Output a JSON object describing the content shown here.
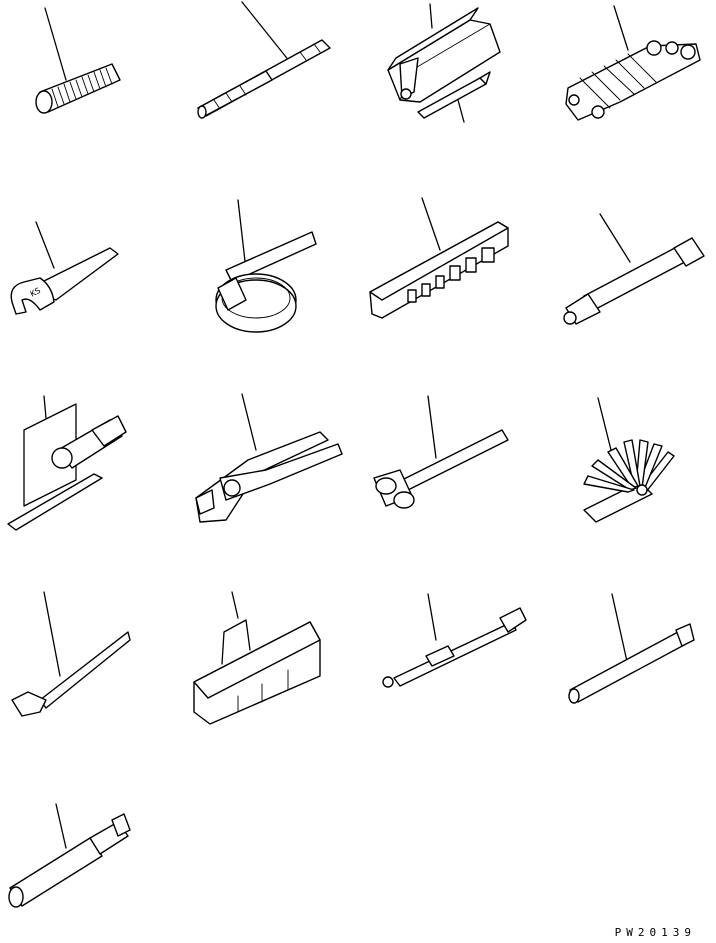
{
  "drawing": {
    "code": "PW20139",
    "tools": [
      {
        "id": "grip-coil",
        "icon": "coil-grip-icon"
      },
      {
        "id": "screwdriver",
        "icon": "screwdriver-icon"
      },
      {
        "id": "tool-case-and-bar",
        "icon": "tool-case-icon"
      },
      {
        "id": "wrench-set",
        "icon": "wrench-set-icon"
      },
      {
        "id": "adjustable-wrench",
        "icon": "adjustable-wrench-icon"
      },
      {
        "id": "filter-wrench",
        "icon": "filter-wrench-icon"
      },
      {
        "id": "socket-set",
        "icon": "socket-set-icon"
      },
      {
        "id": "socket-handle",
        "icon": "socket-handle-icon"
      },
      {
        "id": "screwdriver-grip",
        "icon": "screwdriver-grip-icon"
      },
      {
        "id": "pliers",
        "icon": "pliers-icon"
      },
      {
        "id": "hammer",
        "icon": "hammer-icon"
      },
      {
        "id": "feeler-gauge",
        "icon": "feeler-gauge-icon"
      },
      {
        "id": "pry-bar",
        "icon": "pry-bar-icon"
      },
      {
        "id": "tool-bag",
        "icon": "tool-bag-icon"
      },
      {
        "id": "extension-wrench",
        "icon": "extension-wrench-icon"
      },
      {
        "id": "grease-pipe",
        "icon": "grease-pipe-icon"
      },
      {
        "id": "grease-nozzle",
        "icon": "grease-nozzle-icon"
      }
    ]
  }
}
